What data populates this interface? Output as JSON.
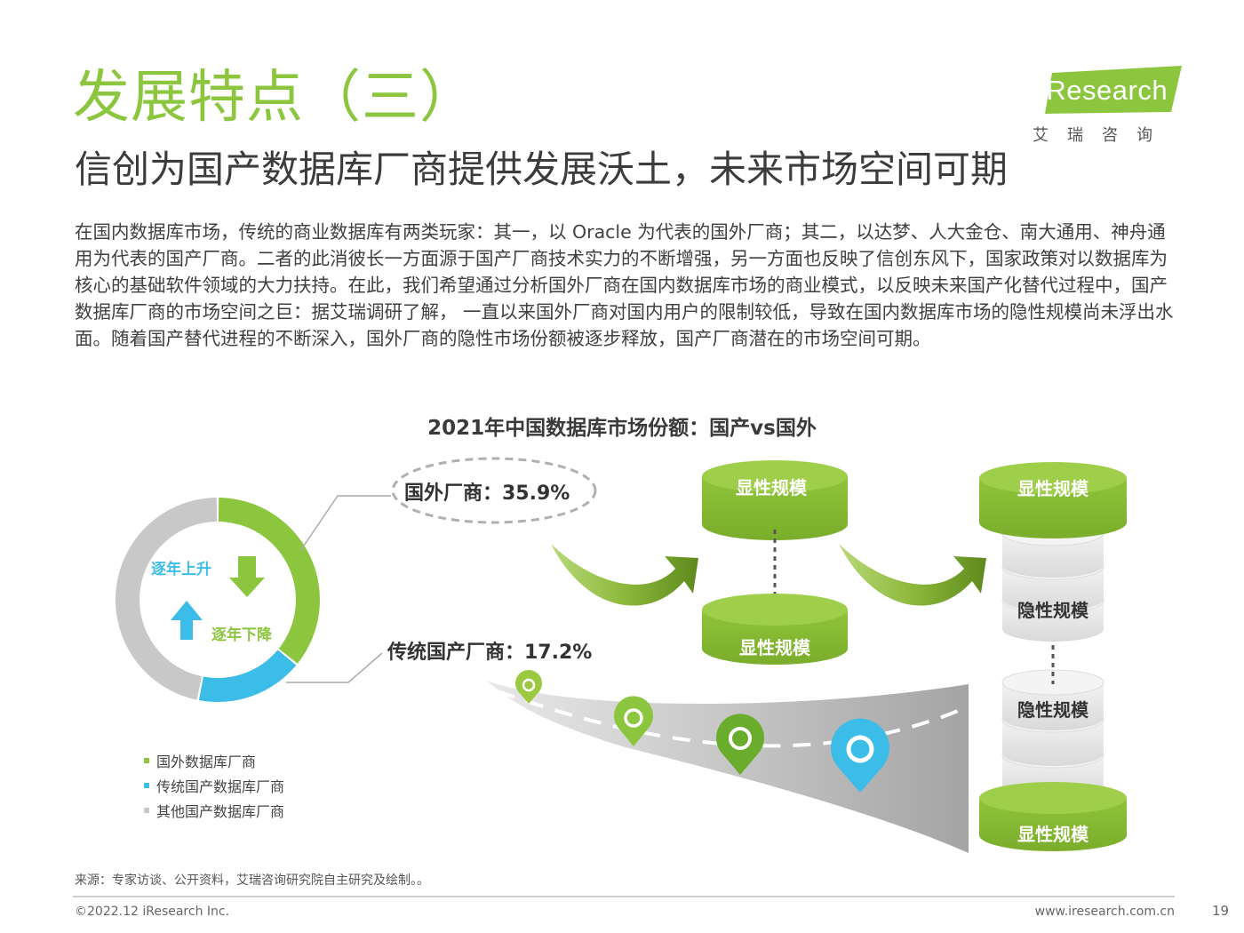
{
  "header": {
    "title": "发展特点（三）",
    "subtitle": "信创为国产数据库厂商提供发展沃土，未来市场空间可期"
  },
  "logo": {
    "brand": "iResearch",
    "brand_cn": "艾瑞咨询"
  },
  "body_text": "在国内数据库市场，传统的商业数据库有两类玩家：其一，以 Oracle 为代表的国外厂商；其二，以达梦、人大金仓、南大通用、神舟通用为代表的国产厂商。二者的此消彼长一方面源于国产厂商技术实力的不断增强，另一方面也反映了信创东风下，国家政策对以数据库为核心的基础软件领域的大力扶持。在此，我们希望通过分析国外厂商在国内数据库市场的商业模式，以反映未来国产化替代过程中，国产数据库厂商的市场空间之巨：据艾瑞调研了解， 一直以来国外厂商对国内用户的限制较低，导致在国内数据库市场的隐性规模尚未浮出水面。随着国产替代进程的不断深入，国外厂商的隐性市场份额被逐步释放，国产厂商潜在的市场空间可期。",
  "chart_data": {
    "type": "pie",
    "title": "2021年中国数据库市场份额：国产vs国外",
    "categories": [
      "国外数据库厂商",
      "传统国产数据库厂商",
      "其他国产数据库厂商"
    ],
    "values": [
      35.9,
      17.2,
      46.9
    ],
    "colors": [
      "#8cc63f",
      "#3cbde8",
      "#c8c8c8"
    ],
    "callouts": {
      "foreign": "国外厂商：35.9%",
      "domestic": "传统国产厂商：17.2%"
    },
    "center_labels": {
      "up": "逐年上升",
      "down": "逐年下降"
    },
    "legend_position": "bottom-left"
  },
  "diagram": {
    "explicit_label": "显性规模",
    "implicit_label": "隐性规模"
  },
  "footer": {
    "source": "来源：专家访谈、公开资料，艾瑞咨询研究院自主研究及绘制。。",
    "copyright": "©2022.12 iResearch Inc.",
    "website": "www.iresearch.com.cn",
    "page": "19"
  }
}
